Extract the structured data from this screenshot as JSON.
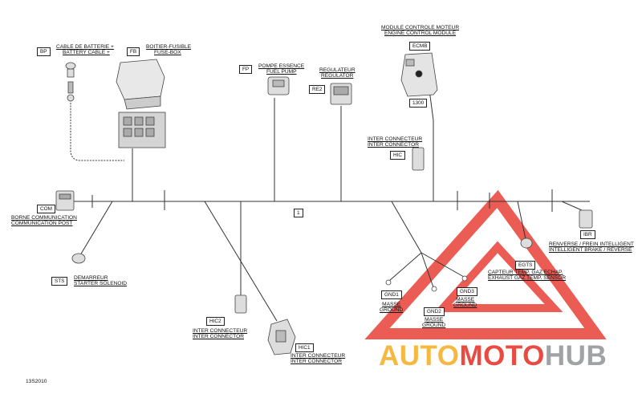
{
  "figure_id": "13S2010",
  "colors": {
    "wire": "#333333",
    "triangle": "#e8453c",
    "auto": "#f5b942",
    "moto": "#e94b42",
    "hub": "#9fa3a6"
  },
  "watermark": {
    "part1": "AUTO",
    "part2": "MOTO",
    "part3": "HUB"
  },
  "components": {
    "bp": {
      "code": "BP",
      "line1": "CABLE DE BATTERIE +",
      "line2": "BATTERY CABLE +"
    },
    "fb": {
      "code": "FB",
      "line1": "BOITIER-FUSIBLE",
      "line2": "FUSE-BOX"
    },
    "fp": {
      "code": "FP",
      "line1": "POMPE ESSENCE",
      "line2": "FUEL PUMP"
    },
    "re2": {
      "code": "RE2",
      "line1": "REGULATEUR",
      "line2": "REGULATOR"
    },
    "ecm": {
      "code": "ECMB",
      "line1": "MODULE CONTROLE MOTEUR",
      "line2": "ENGINE CONTROL MODULE"
    },
    "ref1300": {
      "code": "1300"
    },
    "hic": {
      "code": "HIC",
      "line1": "INTER CONNECTEUR",
      "line2": "INTER CONNECTOR"
    },
    "com": {
      "code": "COM",
      "line1": "BORNE COMMUNICATION",
      "line2": "COMMUNICATION POST"
    },
    "harness": {
      "code": "1"
    },
    "ibr": {
      "code": "IBR",
      "line1": "RENVERSE / FREIN INTELLIGENT",
      "line2": "INTELLIGENT BRAKE / REVERSE"
    },
    "egts": {
      "code": "EGTS",
      "line1": "CAPTEUR TEMP. GAZ ECHAP.",
      "line2": "EXHAUST GAZ TEMP. SENSOR"
    },
    "sts": {
      "code": "STS",
      "line1": "DEMARREUR",
      "line2": "STARTER SOLENOID"
    },
    "gnd1": {
      "code": "GND1",
      "line1": "MASSE",
      "line2": "GROUND"
    },
    "gnd2": {
      "code": "GND2",
      "line1": "MASSE",
      "line2": "GROUND"
    },
    "gnd3": {
      "code": "GND3",
      "line1": "MASSE",
      "line2": "GROUND"
    },
    "hic2": {
      "code": "HIC2",
      "line1": "INTER CONNECTEUR",
      "line2": "INTER CONNECTOR"
    },
    "hic1": {
      "code": "HIC1",
      "line1": "INTER CONNECTEUR",
      "line2": "INTER CONNECTOR"
    }
  }
}
